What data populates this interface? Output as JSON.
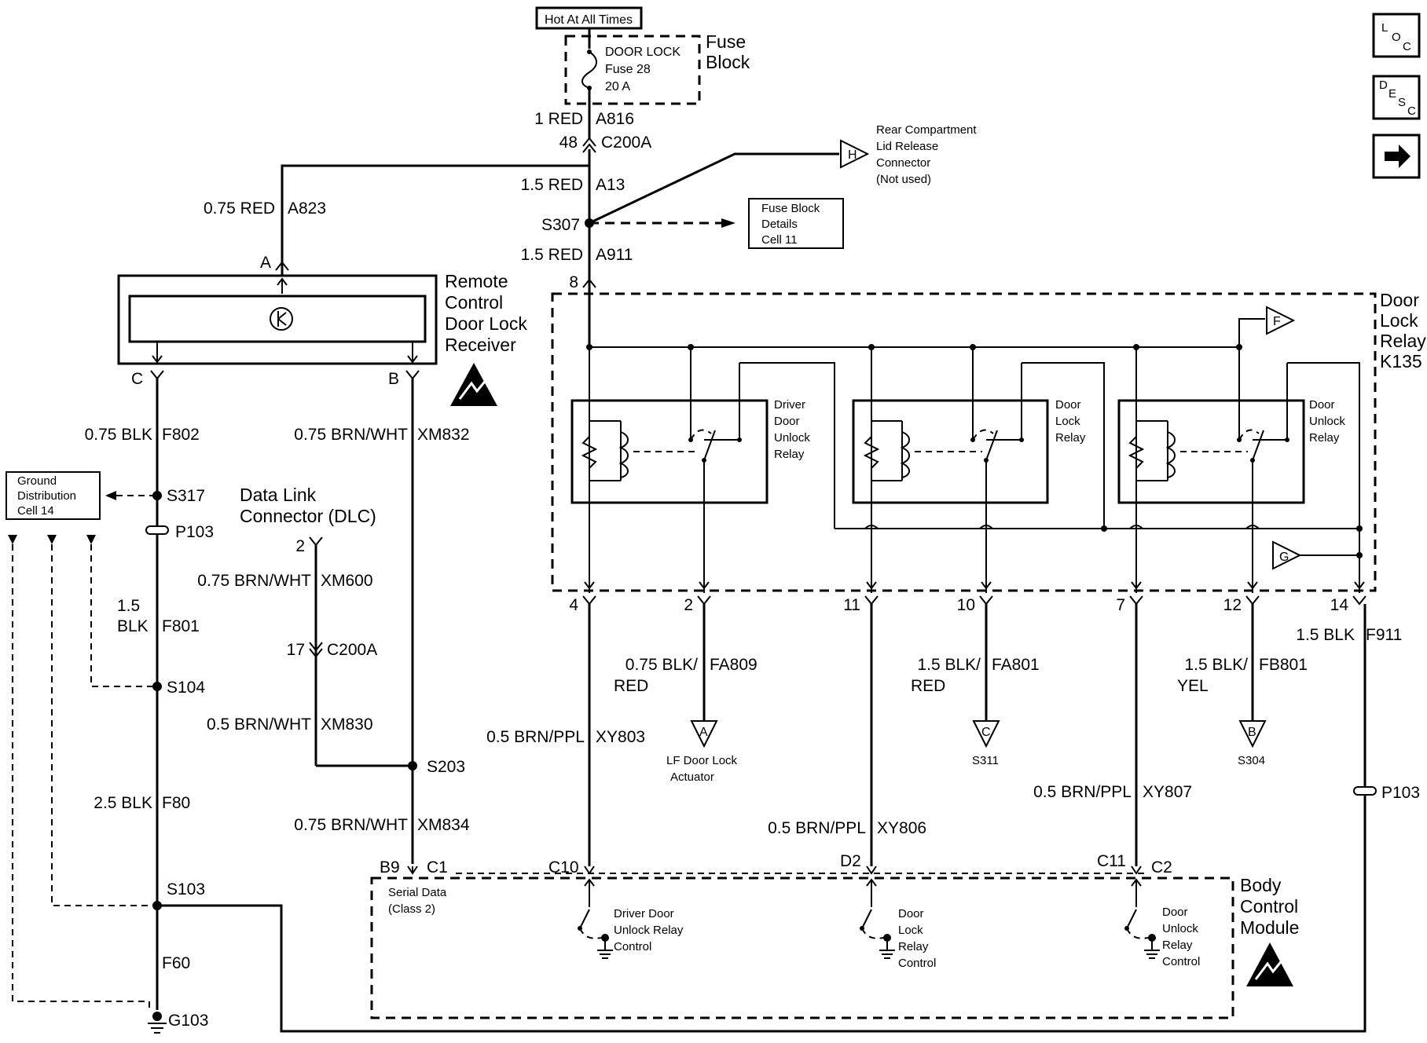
{
  "fuse_block": {
    "hot_label": "Hot At All Times",
    "fuse_lines": [
      "DOOR LOCK",
      "Fuse 28",
      "20 A"
    ],
    "block_label": [
      "Fuse",
      "Block"
    ]
  },
  "wires": {
    "a816_size_color": "1 RED",
    "a816_circuit": "A816",
    "c200a_top_pin": "48",
    "c200a_top": "C200A",
    "a823_size_color": "0.75 RED",
    "a823_circuit": "A823",
    "a13_size_color": "1.5 RED",
    "a13_circuit": "A13",
    "a911_size_color": "1.5 RED",
    "a911_circuit": "A911",
    "f802_size_color": "0.75 BLK",
    "f802_circuit": "F802",
    "xm832_size_color": "0.75 BRN/WHT",
    "xm832_circuit": "XM832",
    "xm600_size_color": "0.75 BRN/WHT",
    "xm600_circuit": "XM600",
    "c200a_mid_pin": "17",
    "c200a_mid": "C200A",
    "xm830_size_color": "0.5 BRN/WHT",
    "xm830_circuit": "XM830",
    "xm834_size_color": "0.75 BRN/WHT",
    "xm834_circuit": "XM834",
    "f801_size": "1.5",
    "f801_color": "BLK",
    "f801_circuit": "F801",
    "f80_size_color": "2.5 BLK",
    "f80_circuit": "F80",
    "f60_circuit": "F60",
    "xy803_size_color": "0.5 BRN/PPL",
    "xy803_circuit": "XY803",
    "fa809_size_color": "0.75 BLK/",
    "fa809_color2": "RED",
    "fa809_circuit": "FA809",
    "xy806_size_color": "0.5 BRN/PPL",
    "xy806_circuit": "XY806",
    "fa801_size_color": "1.5 BLK/",
    "fa801_color2": "RED",
    "fa801_circuit": "FA801",
    "xy807_size_color": "0.5 BRN/PPL",
    "xy807_circuit": "XY807",
    "fb801_size_color": "1.5 BLK/",
    "fb801_color2": "YEL",
    "fb801_circuit": "FB801",
    "f911_size_color": "1.5 BLK",
    "f911_circuit": "F911"
  },
  "splices": {
    "s307": "S307",
    "s317": "S317",
    "p103_left": "P103",
    "s104": "S104",
    "s203": "S203",
    "s103": "S103",
    "g103": "G103",
    "p103_right": "P103"
  },
  "remote_receiver": {
    "label": [
      "Remote",
      "Control",
      "Door Lock",
      "Receiver"
    ],
    "pin_a": "A",
    "pin_b": "B",
    "pin_c": "C"
  },
  "dlc": {
    "label": [
      "Data Link",
      "Connector (DLC)"
    ],
    "pin": "2"
  },
  "ground_distribution": [
    "Ground",
    "Distribution",
    "Cell 14"
  ],
  "rear_compartment": {
    "symbol": "H",
    "label": [
      "Rear Compartment",
      "Lid Release",
      "Connector",
      "(Not used)"
    ]
  },
  "fuse_block_details": [
    "Fuse Block",
    "Details",
    "Cell 11"
  ],
  "relay_module": {
    "label": [
      "Door",
      "Lock",
      "Relay",
      "K135"
    ],
    "input_pin": "8",
    "f_symbol": "F",
    "g_symbol": "G",
    "relays": [
      {
        "label": [
          "Driver",
          "Door",
          "Unlock",
          "Relay"
        ]
      },
      {
        "label": [
          "Door",
          "Lock",
          "Relay"
        ]
      },
      {
        "label": [
          "Door",
          "Unlock",
          "Relay"
        ]
      }
    ],
    "pins": [
      "4",
      "2",
      "11",
      "10",
      "7",
      "12",
      "14"
    ]
  },
  "grounds": [
    {
      "symbol": "A",
      "label": [
        "LF Door Lock",
        "Actuator"
      ]
    },
    {
      "symbol": "C",
      "label": [
        "S311"
      ]
    },
    {
      "symbol": "B",
      "label": [
        "S304"
      ]
    }
  ],
  "bcm": {
    "label": [
      "Body",
      "Control",
      "Module"
    ],
    "serial_label": [
      "Serial Data",
      "(Class 2)"
    ],
    "pins": {
      "b9": "B9",
      "c1": "C1",
      "c10": "C10",
      "d2": "D2",
      "c11": "C11",
      "c2": "C2"
    },
    "switches": [
      {
        "label": [
          "Driver Door",
          "Unlock Relay",
          "Control"
        ]
      },
      {
        "label": [
          "Door",
          "Lock",
          "Relay",
          "Control"
        ]
      },
      {
        "label": [
          "Door",
          "Unlock",
          "Relay",
          "Control"
        ]
      }
    ]
  },
  "nav": {
    "loc": [
      "L",
      "O",
      "C"
    ],
    "desc": [
      "D",
      "E",
      "S",
      "C"
    ],
    "next_icon": "arrow-right-icon"
  }
}
